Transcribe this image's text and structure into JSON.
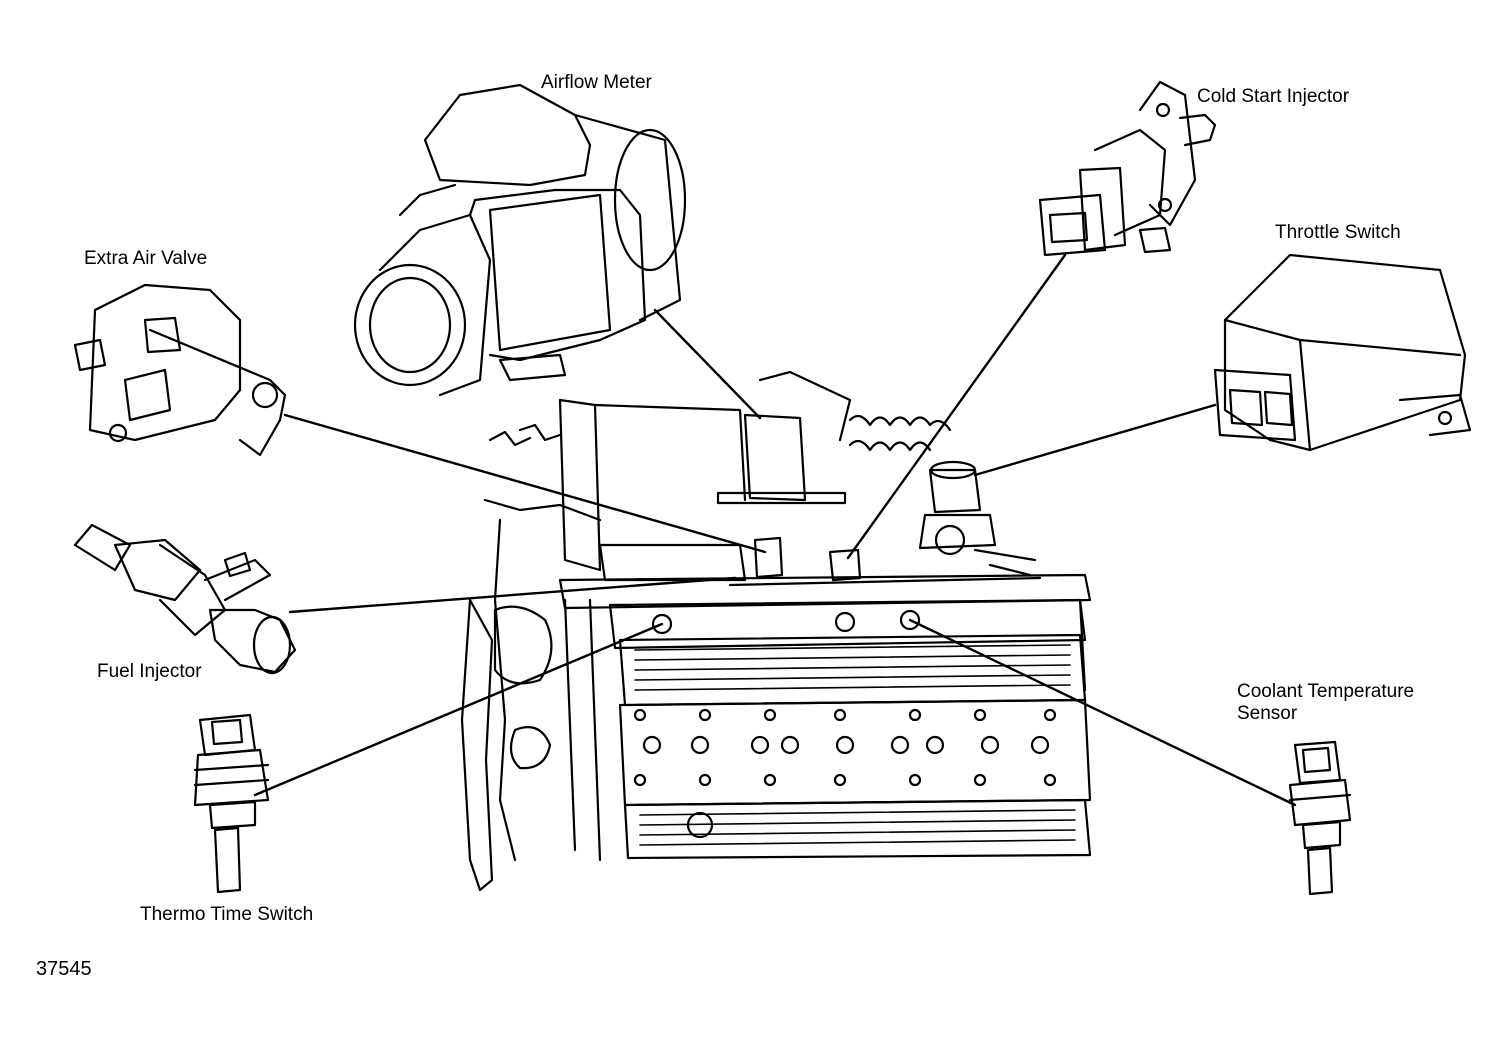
{
  "labels": {
    "airflow_meter": "Airflow Meter",
    "cold_start_injector": "Cold Start Injector",
    "throttle_switch": "Throttle Switch",
    "extra_air_valve": "Extra Air Valve",
    "fuel_injector": "Fuel Injector",
    "coolant_temperature_sensor_line1": "Coolant Temperature",
    "coolant_temperature_sensor_line2": "Sensor",
    "thermo_time_switch": "Thermo Time Switch"
  },
  "figure_number": "37545"
}
